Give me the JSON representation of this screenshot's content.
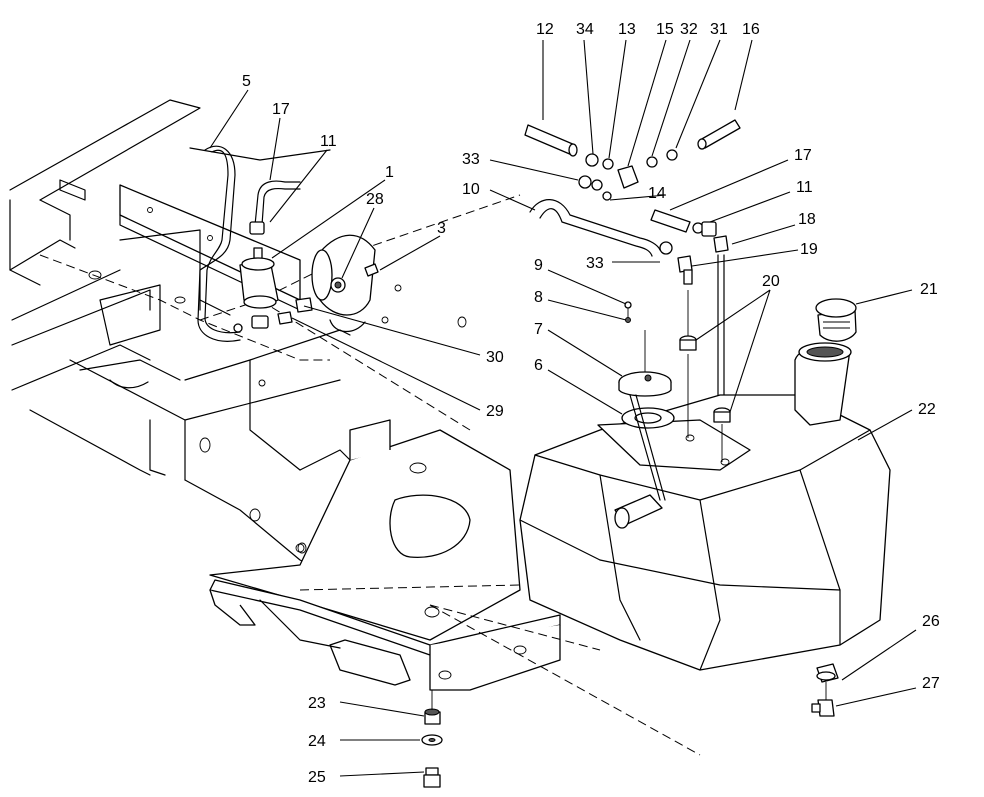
{
  "callouts": [
    {
      "label": "12"
    },
    {
      "label": "34"
    },
    {
      "label": "13"
    },
    {
      "label": "15"
    },
    {
      "label": "32"
    },
    {
      "label": "31"
    },
    {
      "label": "16"
    },
    {
      "label": "5"
    },
    {
      "label": "17"
    },
    {
      "label": "11"
    },
    {
      "label": "1"
    },
    {
      "label": "28"
    },
    {
      "label": "3"
    },
    {
      "label": "33"
    },
    {
      "label": "10"
    },
    {
      "label": "14"
    },
    {
      "label": "17"
    },
    {
      "label": "11"
    },
    {
      "label": "18"
    },
    {
      "label": "19"
    },
    {
      "label": "33"
    },
    {
      "label": "9"
    },
    {
      "label": "8"
    },
    {
      "label": "7"
    },
    {
      "label": "6"
    },
    {
      "label": "20"
    },
    {
      "label": "21"
    },
    {
      "label": "22"
    },
    {
      "label": "30"
    },
    {
      "label": "29"
    },
    {
      "label": "26"
    },
    {
      "label": "27"
    },
    {
      "label": "23"
    },
    {
      "label": "24"
    },
    {
      "label": "25"
    }
  ]
}
